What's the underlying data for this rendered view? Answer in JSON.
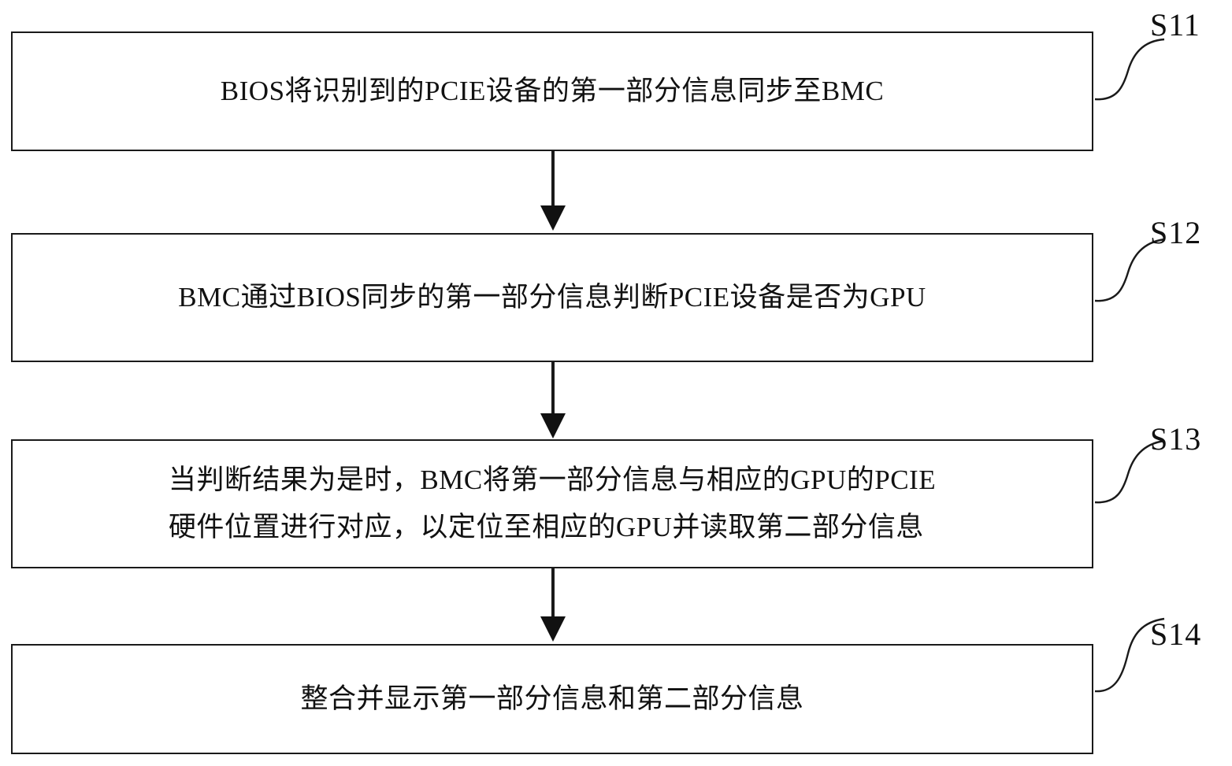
{
  "diagram": {
    "type": "flowchart",
    "orientation": "vertical",
    "title": "",
    "line_color": "#1a1a1a",
    "background_color": "#ffffff",
    "text_color": "#111111",
    "steps": [
      {
        "id": "S11",
        "label": "S11",
        "text": "BIOS将识别到的PCIE设备的第一部分信息同步至BMC",
        "lines": [
          "BIOS将识别到的PCIE设备的第一部分信息同步至BMC"
        ]
      },
      {
        "id": "S12",
        "label": "S12",
        "text": "BMC通过BIOS同步的第一部分信息判断PCIE设备是否为GPU",
        "lines": [
          "BMC通过BIOS同步的第一部分信息判断PCIE设备是否为GPU"
        ]
      },
      {
        "id": "S13",
        "label": "S13",
        "text": "当判断结果为是时，BMC将第一部分信息与相应的GPU的PCIE\n硬件位置进行对应，以定位至相应的GPU并读取第二部分信息",
        "lines": [
          "当判断结果为是时，BMC将第一部分信息与相应的GPU的PCIE",
          "硬件位置进行对应，以定位至相应的GPU并读取第二部分信息"
        ]
      },
      {
        "id": "S14",
        "label": "S14",
        "text": "整合并显示第一部分信息和第二部分信息",
        "lines": [
          "整合并显示第一部分信息和第二部分信息"
        ]
      }
    ],
    "connectors": [
      {
        "from": "S11",
        "to": "S12",
        "arrow": "down"
      },
      {
        "from": "S12",
        "to": "S13",
        "arrow": "down"
      },
      {
        "from": "S13",
        "to": "S14",
        "arrow": "down"
      }
    ]
  }
}
